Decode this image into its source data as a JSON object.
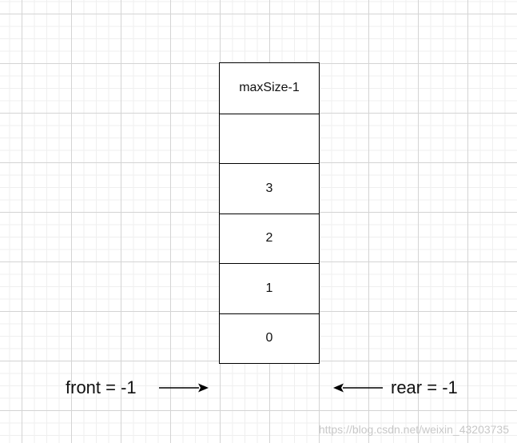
{
  "stack": {
    "cells": [
      "maxSize-1",
      "",
      "3",
      "2",
      "1",
      "0"
    ]
  },
  "front": {
    "label": "front = -1",
    "arrow_icon": "arrow-right-icon"
  },
  "rear": {
    "label": "rear = -1",
    "arrow_icon": "arrow-left-icon"
  },
  "watermark": "https://blog.csdn.net/weixin_43203735"
}
